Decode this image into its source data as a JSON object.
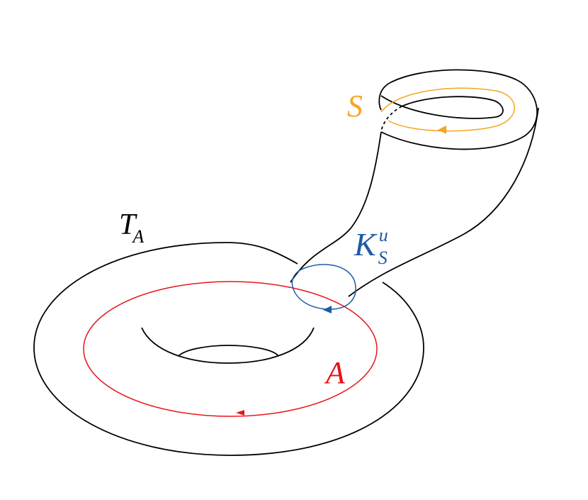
{
  "labels": {
    "torus": {
      "main": "T",
      "sub": "A"
    },
    "cycle_a": "A",
    "knot": {
      "main": "K",
      "sup": "u",
      "sub": "S"
    },
    "cycle_s": "S"
  },
  "colors": {
    "outline": "#000000",
    "cycle_a": "#e8131b",
    "knot": "#1f5aa8",
    "cycle_s": "#f5a623",
    "background": "#ffffff"
  }
}
